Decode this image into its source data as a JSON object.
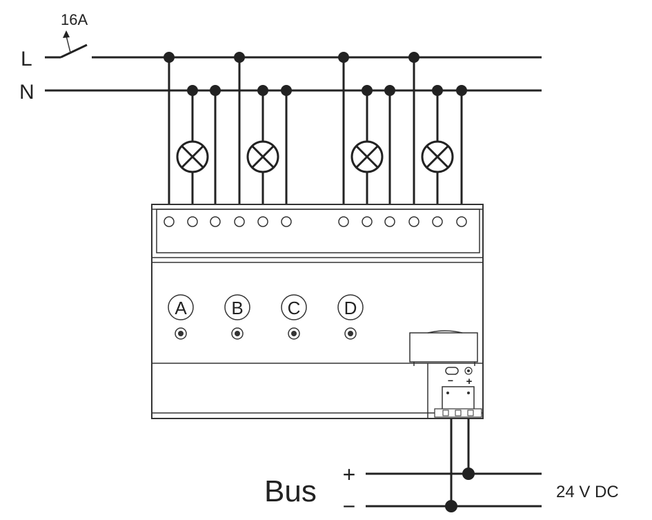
{
  "labels": {
    "fuse": "16A",
    "phase": "L",
    "neutral": "N",
    "bus": "Bus",
    "bus_plus": "+",
    "bus_minus": "−",
    "voltage": "24 V DC",
    "prog_minus": "−",
    "prog_plus": "+"
  },
  "channels": [
    "A",
    "B",
    "C",
    "D"
  ],
  "colors": {
    "line": "#222222",
    "device_outline": "#333333",
    "background": "#ffffff"
  }
}
